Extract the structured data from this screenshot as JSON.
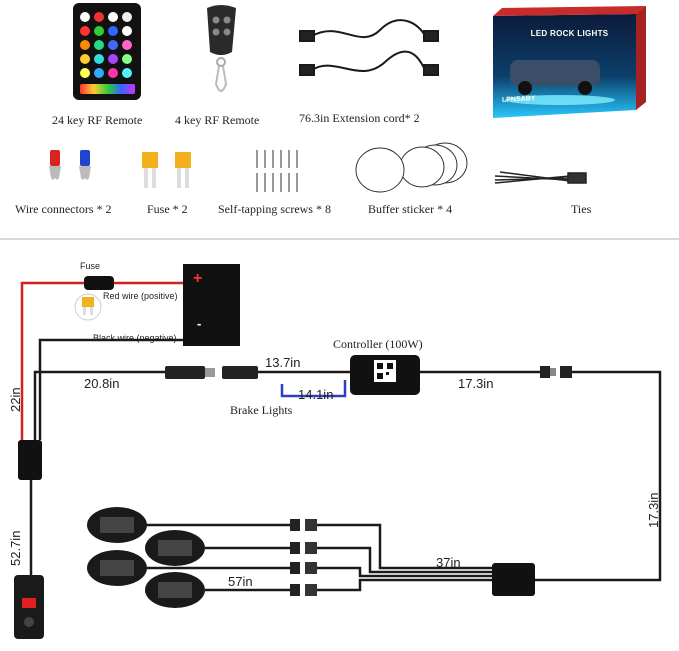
{
  "accessories": {
    "remote24_label": "24 key RF Remote",
    "remote4_label": "4 key RF Remote",
    "extension_label": "76.3in Extension cord* 2",
    "wire_connectors_label": "Wire connectors * 2",
    "fuse_label": "Fuse * 2",
    "screws_label": "Self-tapping screws * 8",
    "buffer_label": "Buffer sticker * 4",
    "ties_label": "Ties",
    "box_title": "LED ROCK LIGHTS",
    "box_brand": "LPNSABY"
  },
  "diagram": {
    "fuse_label": "Fuse",
    "red_wire_label": "Red wire (positive)",
    "black_wire_label": "Black wire (negative)",
    "battery_plus": "+",
    "battery_minus": "-",
    "controller_label": "Controller (100W)",
    "brake_label": "Brake Lights",
    "len_22": "22in",
    "len_20_8": "20.8in",
    "len_13_7": "13.7in",
    "len_14_1": "14.1in",
    "len_17_3_top": "17.3in",
    "len_17_3_right": "17.3in",
    "len_52_7": "52.7in",
    "len_57": "57in",
    "len_37": "37in"
  },
  "colors": {
    "wire_black": "#1a1a1a",
    "wire_red": "#d42020",
    "wire_blue": "#2a3fc2",
    "battery": "#111111",
    "fuse_yellow": "#f2b11c"
  }
}
